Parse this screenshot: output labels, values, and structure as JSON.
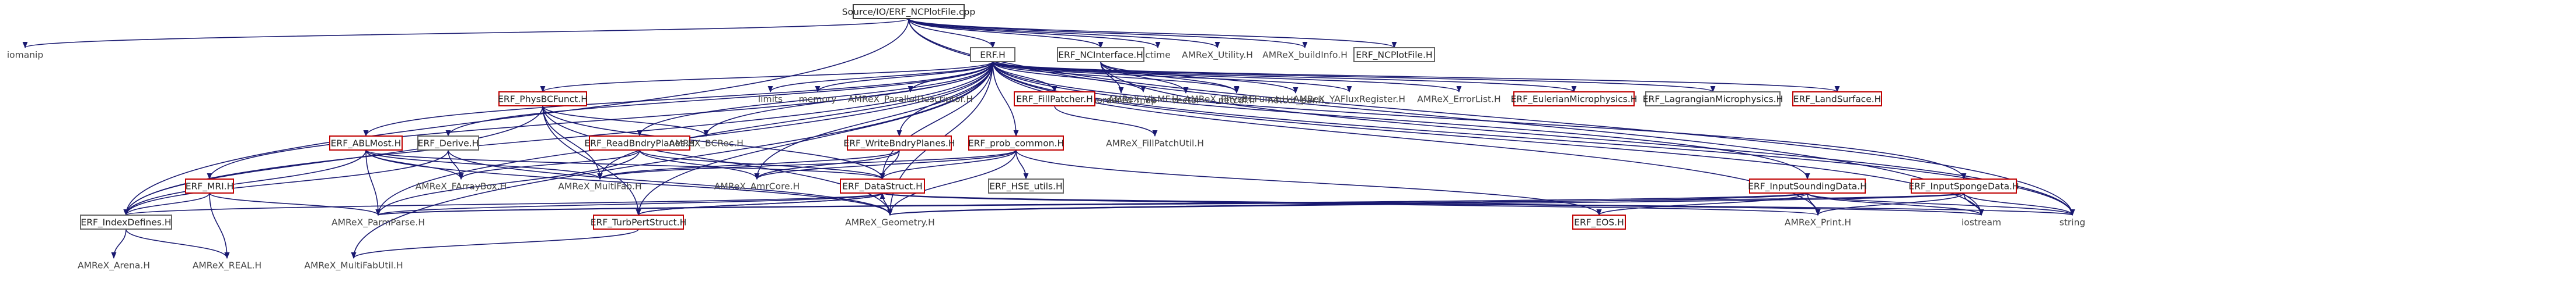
{
  "colors": {
    "edge": "#191970",
    "box_linked": "#666666",
    "box_missing": "#c00000",
    "box_current": "#404040",
    "fill_current": "#bfbfbf",
    "text_default": "#222222",
    "text_external": "#444444"
  },
  "nodes": {
    "root": {
      "label": "Source/IO/ERF_NCPlotFile.cpp",
      "kind": "current"
    },
    "iomanip": {
      "label": "iomanip",
      "kind": "external"
    },
    "erf_h": {
      "label": "ERF.H",
      "kind": "linked"
    },
    "ctime": {
      "label": "ctime",
      "kind": "external"
    },
    "amrex_utility": {
      "label": "AMReX_Utility.H",
      "kind": "external"
    },
    "amrex_buildinfo": {
      "label": "AMReX_buildInfo.H",
      "kind": "external"
    },
    "amrex_plotfile": {
      "label": "ERF_NCPlotFile.H",
      "kind": "linked"
    },
    "ncinterface": {
      "label": "ERF_NCInterface.H",
      "kind": "linked"
    },
    "unordered_map": {
      "label": "unordered_map",
      "kind": "external"
    },
    "vector": {
      "label": "vector",
      "kind": "external"
    },
    "netcdf": {
      "label": "netcdf.h",
      "kind": "external"
    },
    "netcdf_par": {
      "label": "netcdf_par.h",
      "kind": "external"
    },
    "physbcfunct": {
      "label": "ERF_PhysBCFunct.H",
      "kind": "missing"
    },
    "limits": {
      "label": "limits",
      "kind": "external"
    },
    "memory": {
      "label": "memory",
      "kind": "external"
    },
    "paralleldesc": {
      "label": "AMReX_ParallelDescriptor.H",
      "kind": "external"
    },
    "fillpatcher": {
      "label": "ERF_FillPatcher.H",
      "kind": "missing"
    },
    "vismf": {
      "label": "AMReX_VisMF.H",
      "kind": "external"
    },
    "amrex_physbc": {
      "label": "AMReX_PhysBCFunct.H",
      "kind": "external"
    },
    "yafluxreg": {
      "label": "AMReX_YAFluxRegister.H",
      "kind": "external"
    },
    "errorlist": {
      "label": "AMReX_ErrorList.H",
      "kind": "external"
    },
    "eulerian": {
      "label": "ERF_EulerianMicrophysics.H",
      "kind": "missing"
    },
    "lagrangian": {
      "label": "ERF_LagrangianMicrophysics.H",
      "kind": "linked"
    },
    "landsurface": {
      "label": "ERF_LandSurface.H",
      "kind": "missing"
    },
    "ablmost": {
      "label": "ERF_ABLMost.H",
      "kind": "missing"
    },
    "derive": {
      "label": "ERF_Derive.H",
      "kind": "linked"
    },
    "readbndry": {
      "label": "ERF_ReadBndryPlanes.H",
      "kind": "missing"
    },
    "bcrec": {
      "label": "AMReX_BCRec.H",
      "kind": "external"
    },
    "writebndry": {
      "label": "ERF_WriteBndryPlanes.H",
      "kind": "missing"
    },
    "prob_common": {
      "label": "ERF_prob_common.H",
      "kind": "missing"
    },
    "fillpatchutil": {
      "label": "AMReX_FillPatchUtil.H",
      "kind": "external"
    },
    "mri": {
      "label": "ERF_MRI.H",
      "kind": "missing"
    },
    "farraybox": {
      "label": "AMReX_FArrayBox.H",
      "kind": "external"
    },
    "multifab": {
      "label": "AMReX_MultiFab.H",
      "kind": "external"
    },
    "amrcore": {
      "label": "AMReX_AmrCore.H",
      "kind": "external"
    },
    "hse_utils": {
      "label": "ERF_HSE_utils.H",
      "kind": "linked"
    },
    "datastruct": {
      "label": "ERF_DataStruct.H",
      "kind": "missing"
    },
    "inputsounding": {
      "label": "ERF_InputSoundingData.H",
      "kind": "missing"
    },
    "inputsponge": {
      "label": "ERF_InputSpongeData.H",
      "kind": "missing"
    },
    "indexdefines": {
      "label": "ERF_IndexDefines.H",
      "kind": "linked"
    },
    "parmparse": {
      "label": "AMReX_ParmParse.H",
      "kind": "external"
    },
    "turbpert": {
      "label": "ERF_TurbPertStruct.H",
      "kind": "missing"
    },
    "geometry": {
      "label": "AMReX_Geometry.H",
      "kind": "external"
    },
    "eos": {
      "label": "ERF_EOS.H",
      "kind": "missing"
    },
    "print": {
      "label": "AMReX_Print.H",
      "kind": "external"
    },
    "iostream": {
      "label": "iostream",
      "kind": "external"
    },
    "string": {
      "label": "string",
      "kind": "external"
    },
    "arena": {
      "label": "AMReX_Arena.H",
      "kind": "external"
    },
    "real": {
      "label": "AMReX_REAL.H",
      "kind": "external"
    },
    "multifabutil": {
      "label": "AMReX_MultiFabUtil.H",
      "kind": "external"
    }
  },
  "edges": [
    [
      "root",
      "iomanip"
    ],
    [
      "root",
      "erf_h"
    ],
    [
      "root",
      "ctime"
    ],
    [
      "root",
      "amrex_utility"
    ],
    [
      "root",
      "amrex_buildinfo"
    ],
    [
      "root",
      "amrex_plotfile"
    ],
    [
      "root",
      "ncinterface"
    ],
    [
      "root",
      "indexdefines"
    ],
    [
      "root",
      "string"
    ],
    [
      "root",
      "iostream"
    ],
    [
      "ncinterface",
      "unordered_map"
    ],
    [
      "ncinterface",
      "vector"
    ],
    [
      "ncinterface",
      "netcdf"
    ],
    [
      "ncinterface",
      "netcdf_par"
    ],
    [
      "ncinterface",
      "string"
    ],
    [
      "erf_h",
      "physbcfunct"
    ],
    [
      "erf_h",
      "limits"
    ],
    [
      "erf_h",
      "memory"
    ],
    [
      "erf_h",
      "paralleldesc"
    ],
    [
      "erf_h",
      "fillpatcher"
    ],
    [
      "erf_h",
      "vismf"
    ],
    [
      "erf_h",
      "amrex_physbc"
    ],
    [
      "erf_h",
      "yafluxreg"
    ],
    [
      "erf_h",
      "errorlist"
    ],
    [
      "erf_h",
      "eulerian"
    ],
    [
      "erf_h",
      "lagrangian"
    ],
    [
      "erf_h",
      "landsurface"
    ],
    [
      "erf_h",
      "ablmost"
    ],
    [
      "erf_h",
      "derive"
    ],
    [
      "erf_h",
      "readbndry"
    ],
    [
      "erf_h",
      "bcrec"
    ],
    [
      "erf_h",
      "writebndry"
    ],
    [
      "erf_h",
      "prob_common"
    ],
    [
      "erf_h",
      "mri"
    ],
    [
      "erf_h",
      "inputsounding"
    ],
    [
      "erf_h",
      "inputsponge"
    ],
    [
      "erf_h",
      "datastruct"
    ],
    [
      "erf_h",
      "indexdefines"
    ],
    [
      "erf_h",
      "parmparse"
    ],
    [
      "erf_h",
      "multifabutil"
    ],
    [
      "erf_h",
      "iostream"
    ],
    [
      "erf_h",
      "string"
    ],
    [
      "erf_h",
      "print"
    ],
    [
      "erf_h",
      "geometry"
    ],
    [
      "erf_h",
      "multifab"
    ],
    [
      "erf_h",
      "amrcore"
    ],
    [
      "erf_h",
      "turbpert"
    ],
    [
      "fillpatcher",
      "fillpatchutil"
    ],
    [
      "physbcfunct",
      "indexdefines"
    ],
    [
      "physbcfunct",
      "datastruct"
    ],
    [
      "physbcfunct",
      "multifab"
    ],
    [
      "physbcfunct",
      "bcrec"
    ],
    [
      "physbcfunct",
      "geometry"
    ],
    [
      "physbcfunct",
      "turbpert"
    ],
    [
      "ablmost",
      "farraybox"
    ],
    [
      "ablmost",
      "multifab"
    ],
    [
      "ablmost",
      "indexdefines"
    ],
    [
      "ablmost",
      "parmparse"
    ],
    [
      "ablmost",
      "datastruct"
    ],
    [
      "ablmost",
      "geometry"
    ],
    [
      "derive",
      "farraybox"
    ],
    [
      "derive",
      "indexdefines"
    ],
    [
      "derive",
      "geometry"
    ],
    [
      "readbndry",
      "amrcore"
    ],
    [
      "readbndry",
      "farraybox"
    ],
    [
      "readbndry",
      "datastruct"
    ],
    [
      "readbndry",
      "parmparse"
    ],
    [
      "writebndry",
      "amrcore"
    ],
    [
      "writebndry",
      "multifab"
    ],
    [
      "writebndry",
      "datastruct"
    ],
    [
      "prob_common",
      "multifab"
    ],
    [
      "prob_common",
      "hse_utils"
    ],
    [
      "prob_common",
      "datastruct"
    ],
    [
      "prob_common",
      "geometry"
    ],
    [
      "prob_common",
      "eos"
    ],
    [
      "prob_common",
      "amrcore"
    ],
    [
      "mri",
      "indexdefines"
    ],
    [
      "mri",
      "parmparse"
    ],
    [
      "mri",
      "real"
    ],
    [
      "datastruct",
      "indexdefines"
    ],
    [
      "datastruct",
      "parmparse"
    ],
    [
      "datastruct",
      "turbpert"
    ],
    [
      "datastruct",
      "geometry"
    ],
    [
      "datastruct",
      "print"
    ],
    [
      "datastruct",
      "iostream"
    ],
    [
      "datastruct",
      "string"
    ],
    [
      "turbpert",
      "multifabutil"
    ],
    [
      "turbpert",
      "datastruct"
    ],
    [
      "inputsounding",
      "geometry"
    ],
    [
      "inputsounding",
      "eos"
    ],
    [
      "inputsounding",
      "print"
    ],
    [
      "inputsounding",
      "iostream"
    ],
    [
      "inputsounding",
      "string"
    ],
    [
      "inputsounding",
      "parmparse"
    ],
    [
      "inputsponge",
      "geometry"
    ],
    [
      "inputsponge",
      "print"
    ],
    [
      "inputsponge",
      "iostream"
    ],
    [
      "inputsponge",
      "string"
    ],
    [
      "inputsponge",
      "parmparse"
    ],
    [
      "indexdefines",
      "arena"
    ],
    [
      "indexdefines",
      "real"
    ]
  ]
}
